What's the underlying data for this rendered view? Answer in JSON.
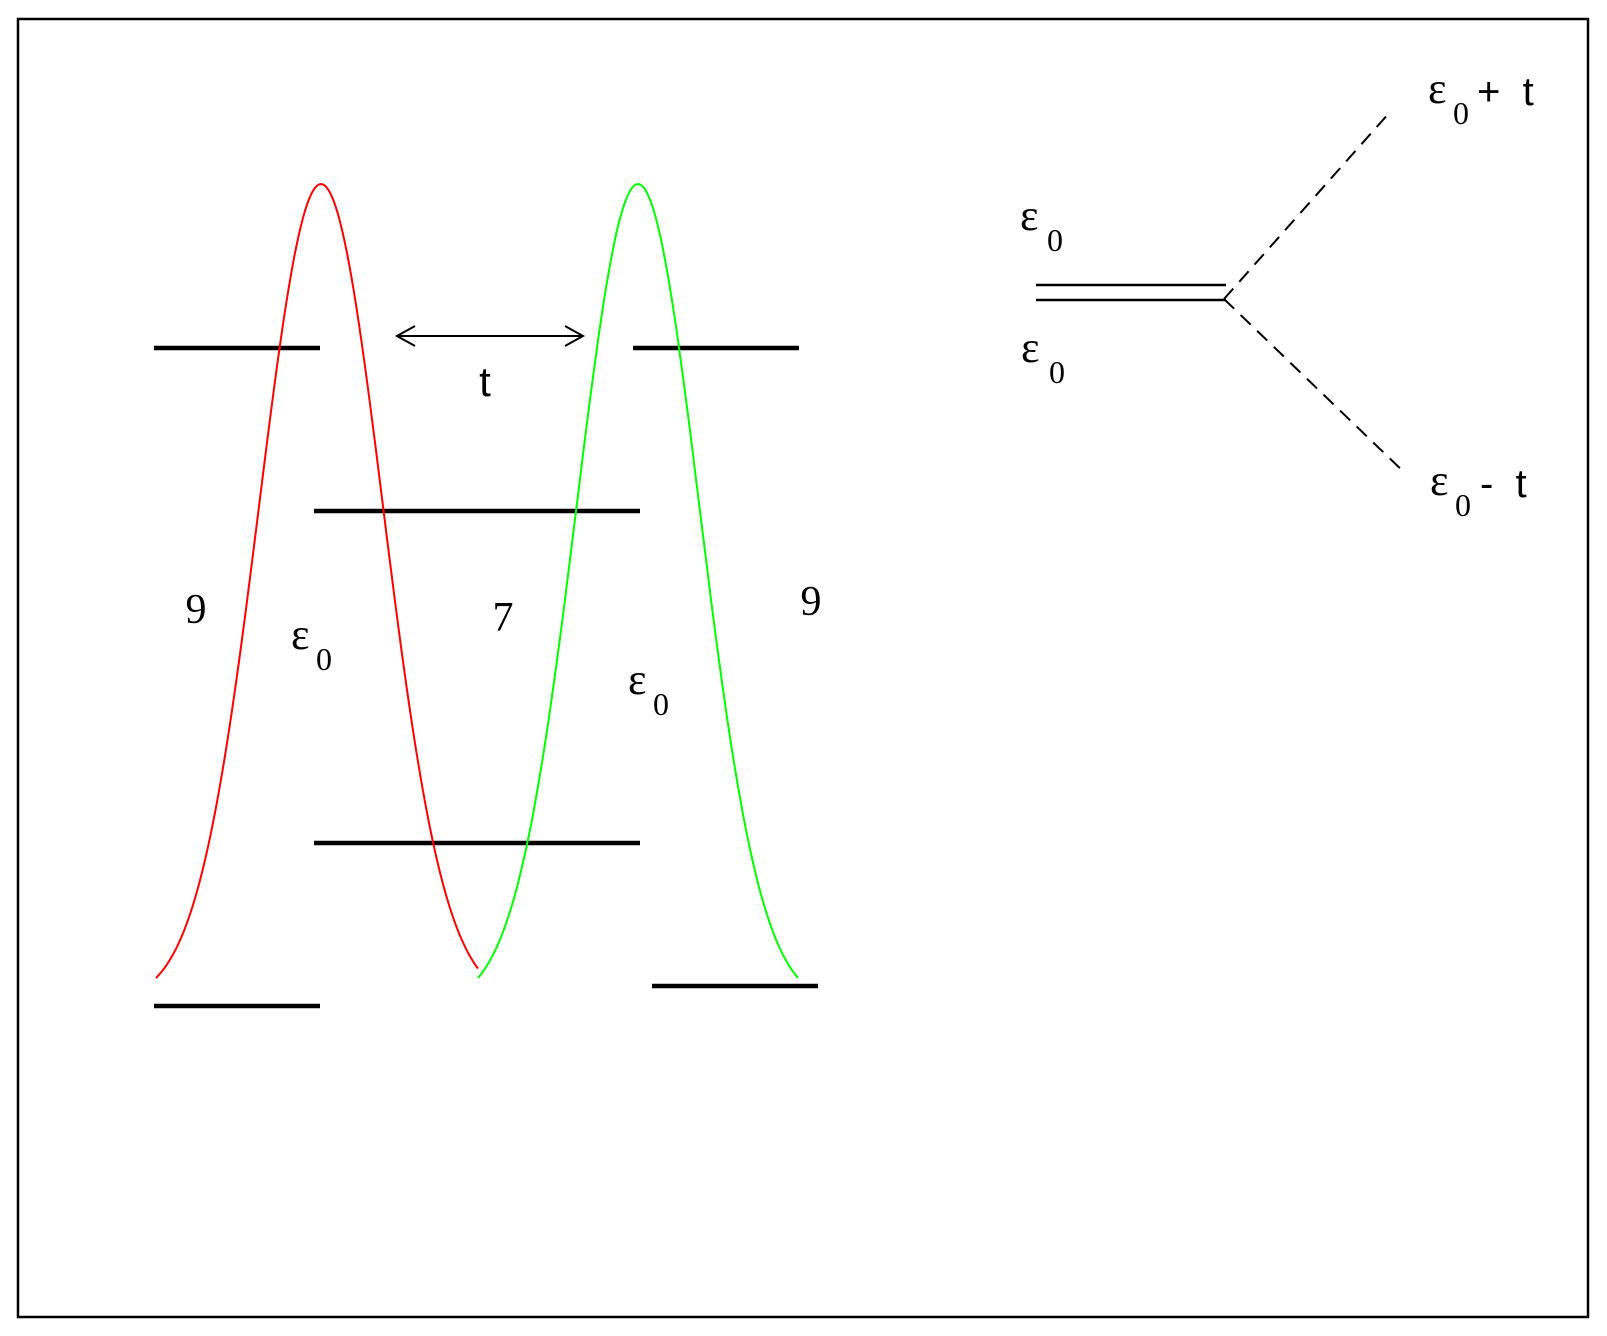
{
  "colors": {
    "frame": "#000000",
    "level": "#000000",
    "left_curve": "#ff0000",
    "right_curve": "#00ff00",
    "background": "#ffffff"
  },
  "labels": {
    "hopping": "t",
    "left_barrier": "9",
    "middle_barrier": "7",
    "right_barrier": "9",
    "left_well_epsilon": "ε",
    "left_well_sub": "0",
    "right_well_epsilon": "ε",
    "right_well_sub": "0"
  },
  "splitting": {
    "upper_epsilon": "ε",
    "upper_sub": "0",
    "lower_epsilon": "ε",
    "lower_sub": "0",
    "plus_epsilon": "ε",
    "plus_sub": "0",
    "plus_rest": "+  t",
    "minus_epsilon": "ε",
    "minus_sub": "0",
    "minus_rest": "-  t"
  }
}
